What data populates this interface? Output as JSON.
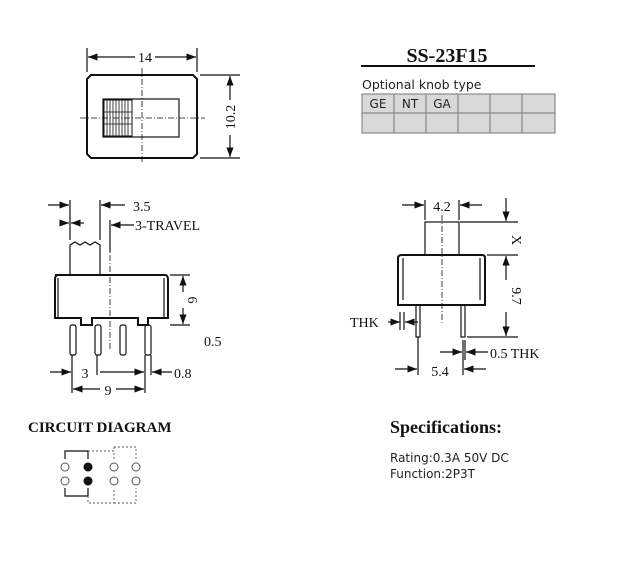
{
  "title": "SS-23F15",
  "knob_table": {
    "label": "Optional knob type",
    "headers": [
      "GE",
      "NT",
      "GA",
      "",
      "",
      ""
    ]
  },
  "top_view": {
    "width_dim": "14",
    "height_dim": "10.2"
  },
  "side_view": {
    "knob_dim": "3.5",
    "travel_dim": "3-TRAVEL",
    "height_dim": "6",
    "pin_thk_dim": "0.5",
    "pitch_dim": "3",
    "pin_width_dim": "0.8",
    "span_dim": "9"
  },
  "front_view": {
    "knob_dim": "4.2",
    "knob_height_dim": "X",
    "height_dim": "9.7",
    "thk_label": "THK",
    "thk_dim": "0.5 THK",
    "pin_span_dim": "5.4"
  },
  "circuit": {
    "title": "CIRCUIT DIAGRAM"
  },
  "specs": {
    "title": "Specifications:",
    "rating": "Rating:0.3A 50V DC",
    "function": "Function:2P3T"
  }
}
